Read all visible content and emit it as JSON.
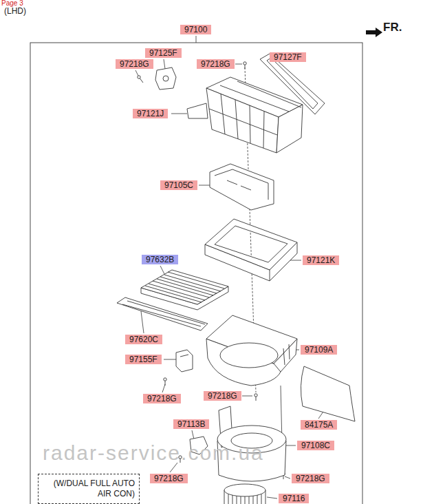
{
  "diagram": {
    "nodes": [
      {
        "text": [
          "(W/DUAL FULL AUTO AIR CON)"
        ]
      }
    ],
    "labels": [
      "Page 3",
      "(LHD)",
      "97100",
      "FR.",
      "97125F",
      "97218G",
      "97218G",
      "97127F",
      "97121J",
      "97105C",
      "97121K",
      "97632B",
      "97620C",
      "97155F",
      "97109A",
      "97218G",
      "97218G",
      "84175A",
      "97113B",
      "97108C",
      "97218G",
      "97218G",
      "97116",
      "radar-service.com.ua"
    ]
  }
}
